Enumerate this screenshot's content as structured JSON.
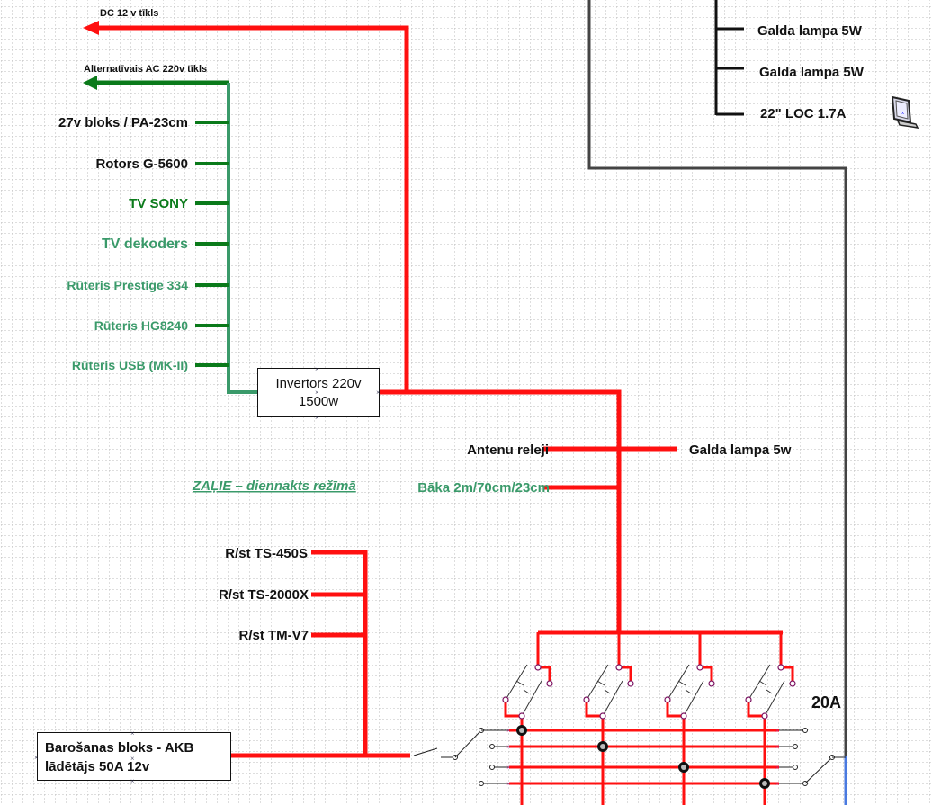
{
  "colors": {
    "dc": "#ff1010",
    "ac_dark": "#0a7a1a",
    "ac_light": "#3a9a6a",
    "black": "#111111",
    "gray": "#444444",
    "blue": "#4a7ae0",
    "grid": "#bdbdbd",
    "label_green": "#0a7a1a",
    "label_teal": "#3a9a6a"
  },
  "arrows": {
    "dc": "DC 12 v tīkls",
    "ac": "Alternatīvais AC 220v tīkls"
  },
  "ac_loads": [
    {
      "label": "27v bloks / PA-23cm",
      "tone": "black"
    },
    {
      "label": "Rotors G-5600",
      "tone": "black"
    },
    {
      "label": "TV  SONY",
      "tone": "green"
    },
    {
      "label": "TV dekoders",
      "tone": "teal"
    },
    {
      "label": "Rūteris Prestige 334",
      "tone": "teal"
    },
    {
      "label": "Rūteris HG8240",
      "tone": "teal"
    },
    {
      "label": "Rūteris USB (MK-II)",
      "tone": "teal"
    }
  ],
  "inverter": {
    "line1": "Invertors 220v",
    "line2": "1500w"
  },
  "dc_loads": {
    "left": [
      {
        "label": "Antenu releji",
        "tone": "black"
      },
      {
        "label": "Bāka 2m/70cm/23cm",
        "tone": "teal"
      }
    ],
    "right": [
      {
        "label": "Galda lampa  5w",
        "tone": "black"
      }
    ]
  },
  "legend_note": "ZAĻIE – diennakts režīmā",
  "radios": [
    {
      "label": "R/st TS-450S"
    },
    {
      "label": "R/st TS-2000X"
    },
    {
      "label": "R/st TM-V7"
    }
  ],
  "power_supply": {
    "line1": "Barošanas bloks - AKB",
    "line2": "lādētājs 50A 12v"
  },
  "fuse_label": "20A",
  "top_right_loads": [
    {
      "label": "Galda lampa  5W"
    },
    {
      "label": "Galda lampa  5W"
    },
    {
      "label": "22\" LOC  1.7A"
    }
  ],
  "icons": {
    "monitor": "computer-monitor-icon"
  }
}
